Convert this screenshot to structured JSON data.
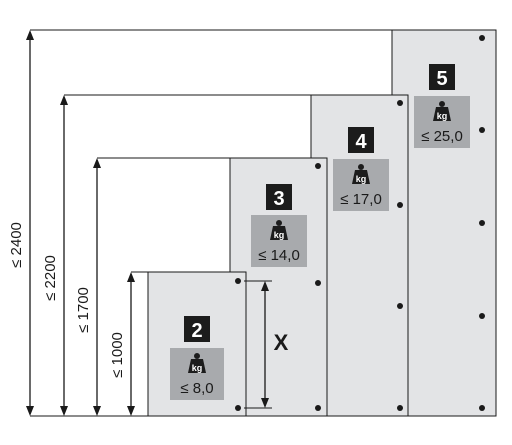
{
  "panels": [
    {
      "number": "2",
      "capacity": "≤ 8,0",
      "unit": "kg"
    },
    {
      "number": "3",
      "capacity": "≤ 14,0",
      "unit": "kg"
    },
    {
      "number": "4",
      "capacity": "≤ 17,0",
      "unit": "kg"
    },
    {
      "number": "5",
      "capacity": "≤ 25,0",
      "unit": "kg"
    }
  ],
  "dimensions": [
    {
      "label": "≤ 2400"
    },
    {
      "label": "≤ 2200"
    },
    {
      "label": "≤ 1700"
    },
    {
      "label": "≤ 1000"
    }
  ],
  "gap_label": "X",
  "colors": {
    "panel_fill": "#e3e4e6",
    "badge_fill": "#1c1c1c",
    "weight_box_fill": "#a8aaad",
    "line": "#1a1a1a"
  }
}
